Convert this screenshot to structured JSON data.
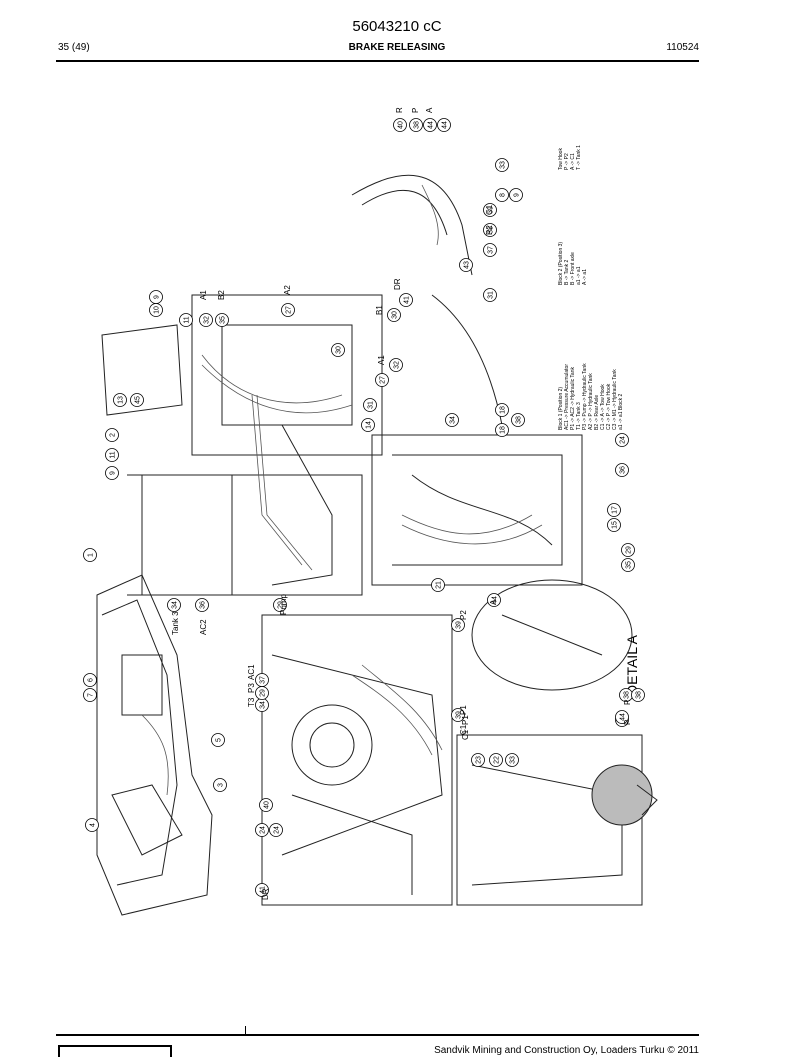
{
  "header": {
    "doc_code": "56043210 cC",
    "page": "35 (49)",
    "title": "BRAKE RELEASING",
    "date_code": "110524"
  },
  "drawing": {
    "callouts_top": [
      "40",
      "38",
      "44",
      "44",
      "33",
      "8",
      "9",
      "39",
      "38",
      "37",
      "43",
      "31",
      "41",
      "30",
      "32",
      "10",
      "9",
      "11",
      "32",
      "35",
      "27",
      "30",
      "27",
      "31",
      "14",
      "34",
      "18",
      "38",
      "18",
      "36",
      "24",
      "17",
      "15",
      "29",
      "35",
      "13",
      "45",
      "2",
      "11",
      "9"
    ],
    "letters_top": [
      "R",
      "P",
      "A",
      "C1",
      "P2",
      "DR",
      "B1",
      "A1",
      "A1",
      "B2",
      "A2"
    ],
    "labels_left": [
      "Tank 3",
      "AC2",
      "Pump",
      "T3",
      "P3",
      "AC1",
      "P1",
      "C1",
      "P2",
      "P1",
      "C1",
      "R",
      "P",
      "A"
    ],
    "callouts_left": [
      "1",
      "7",
      "6",
      "5",
      "3",
      "4",
      "34",
      "36",
      "29",
      "34",
      "29",
      "37",
      "39",
      "39",
      "38",
      "44",
      "24",
      "24",
      "40",
      "41",
      "23",
      "22",
      "33",
      "21",
      "44",
      "38",
      "44"
    ],
    "detail_label": "DETAIL A",
    "dr_label": "DR",
    "block_notes": [
      "Tow Hook",
      "P -> P2",
      "A -> C1",
      "T -> Tank 1",
      "Block 2 (Position 3)",
      "B -> Tank 2",
      "B -> Front axle",
      "a1 -> a1",
      "A -> a1",
      "Block 1 (Position 2)",
      "AC1 -> Pressure Accumulator",
      "P1 -> AC2 -> Hydraulic Tank",
      "T1 -> Tank 3",
      "P3 -> Pump -> Hydraulic Tank",
      "A2 -> P -> Hydraulic Tank",
      "B2 -> Rear Axle",
      "C1 -> A -> Tow Hook",
      "C2 -> P -> Tow Hook",
      "C3 -> M1 -> Hydraulic Tank",
      "a1 -> a1 Block 2"
    ]
  },
  "footer": {
    "company": "Sandvik Mining and Construction Oy, Loaders Turku © 2011"
  }
}
